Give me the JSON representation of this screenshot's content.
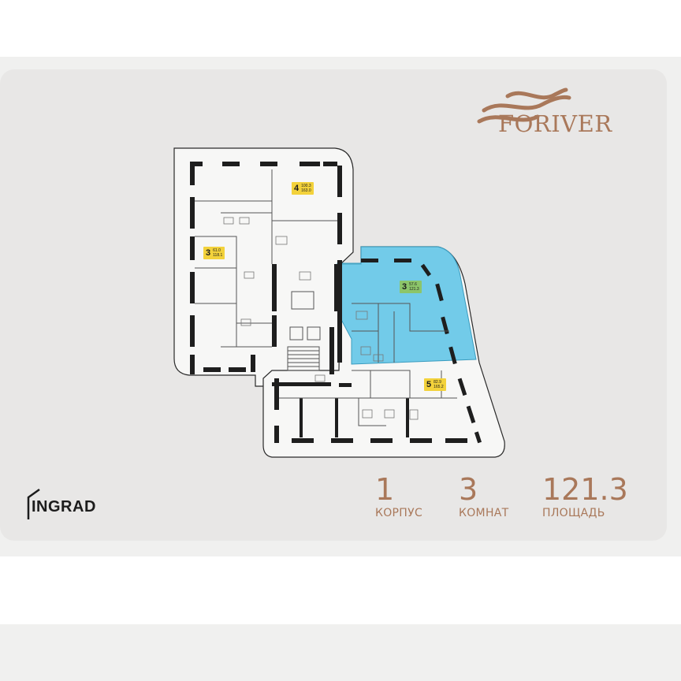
{
  "brand": {
    "name": "FORIVER",
    "developer": "INGRAD"
  },
  "colors": {
    "accent": "#a9785a",
    "highlight": "#5bc3e6",
    "tag_yellow": "#f3d23b",
    "tag_green": "#8cc56a"
  },
  "stats": [
    {
      "value": "1",
      "label": "КОРПУС"
    },
    {
      "value": "3",
      "label": "КОМНАТ"
    },
    {
      "value": "121.3",
      "label": "ПЛОЩАДЬ"
    }
  ],
  "apartments": [
    {
      "rooms": "4",
      "area_living": "100.3",
      "area_total": "163.0",
      "style": "yellow",
      "selected": false
    },
    {
      "rooms": "3",
      "area_living": "61.0",
      "area_total": "118.1",
      "style": "yellow",
      "selected": false
    },
    {
      "rooms": "3",
      "area_living": "57.6",
      "area_total": "121.3",
      "style": "green",
      "selected": true
    },
    {
      "rooms": "5",
      "area_living": "82.9",
      "area_total": "165.2",
      "style": "yellow",
      "selected": false
    }
  ]
}
